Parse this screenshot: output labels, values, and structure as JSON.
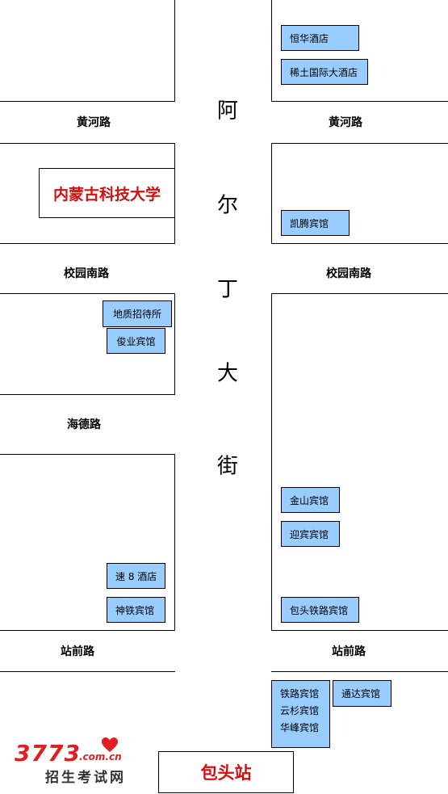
{
  "avenue": {
    "chars": [
      "阿",
      "尔",
      "丁",
      "大",
      "街"
    ]
  },
  "roads": {
    "huanghe_left": "黄河路",
    "huanghe_right": "黄河路",
    "xiaoyuannan_left": "校园南路",
    "xiaoyuannan_right": "校园南路",
    "haide": "海德路",
    "zhanqian_left": "站前路",
    "zhanqian_right": "站前路"
  },
  "hotels": {
    "henghua": "恒华酒店",
    "xitu": "稀土国际大酒店",
    "kaiteng": "凯腾宾馆",
    "dizhi": "地质招待所",
    "junye": "俊业宾馆",
    "jinshan": "金山宾馆",
    "yingbin": "迎宾宾馆",
    "baotou_tielu": "包头铁路宾馆",
    "su8": "速 8 酒店",
    "shentie": "神铁宾馆",
    "tielu": "铁路宾馆",
    "yunshan": "云杉宾馆",
    "huafeng": "华峰宾馆",
    "tongda": "通达宾馆"
  },
  "landmarks": {
    "university": "内蒙古科技大学",
    "station": "包头站"
  },
  "logo": {
    "number": "3773",
    "domain": ".com.cn",
    "subtitle": "招生考试网",
    "color": "#e02020"
  },
  "colors": {
    "hotel_fill": "#99ccff",
    "landmark_text": "#d01010"
  }
}
